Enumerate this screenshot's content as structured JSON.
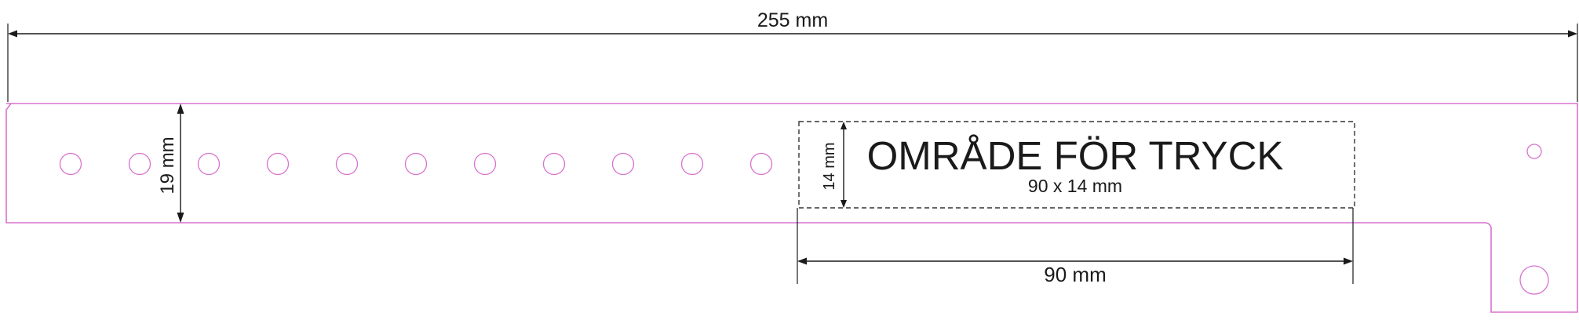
{
  "dimensions": {
    "total_length": "255 mm",
    "band_height": "19 mm",
    "print_area_height": "14 mm",
    "print_area_width": "90 mm"
  },
  "print_area": {
    "title": "OMRÅDE FÖR TRYCK",
    "size": "90 x 14 mm"
  },
  "colors": {
    "outline": "#d873cf",
    "dimension": "#1a1a1a",
    "print_box": "#333333"
  }
}
